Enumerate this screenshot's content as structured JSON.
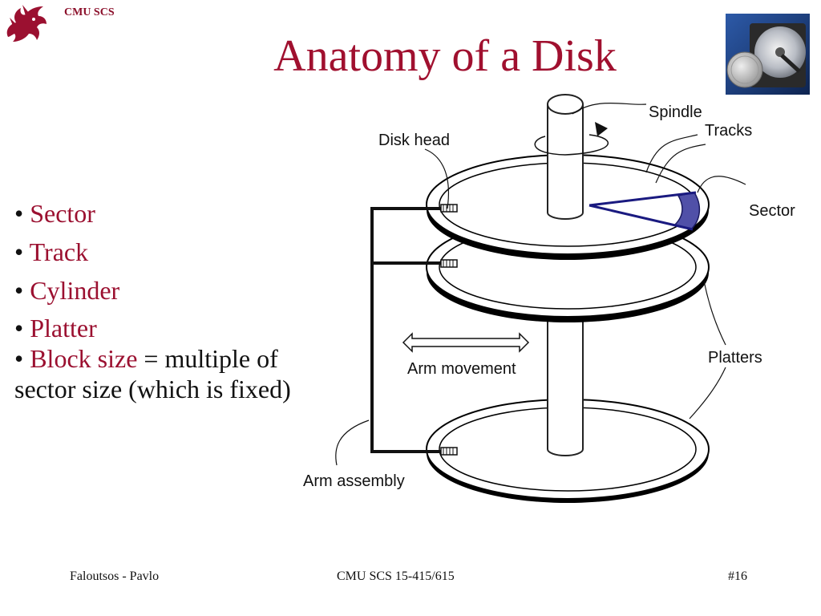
{
  "header": {
    "org_label": "CMU SCS",
    "logo_icon": "dragon-logo-icon",
    "photo_icon": "hard-disk-photo-icon"
  },
  "title": "Anatomy of a Disk",
  "bullets": {
    "sector": "Sector",
    "track": "Track",
    "cylinder": "Cylinder",
    "platter": "Platter",
    "block_size_term": "Block size",
    "block_size_rest": "= multiple of sector size (which is fixed)"
  },
  "diagram": {
    "labels": {
      "spindle": "Spindle",
      "tracks": "Tracks",
      "disk_head": "Disk head",
      "sector": "Sector",
      "platters": "Platters",
      "arm_movement": "Arm movement",
      "arm_assembly": "Arm assembly"
    },
    "sector_fill_color": "#5050a8"
  },
  "footer": {
    "left": "Faloutsos - Pavlo",
    "center": "CMU SCS 15-415/615",
    "right": "#16"
  },
  "colors": {
    "title": "#a0102f",
    "term": "#9b1030",
    "header": "#8b0f2a"
  }
}
